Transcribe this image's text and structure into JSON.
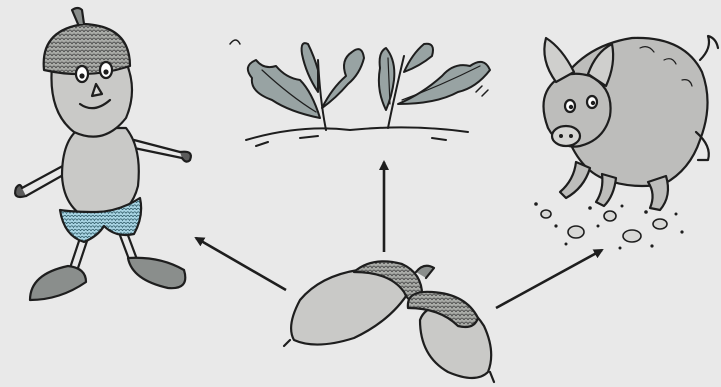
{
  "diagram": {
    "nodes": [
      {
        "id": "acorns",
        "name": "acorn-pair"
      },
      {
        "id": "figure",
        "name": "acorn-figure"
      },
      {
        "id": "seedling",
        "name": "oak-seedling"
      },
      {
        "id": "pig",
        "name": "wild-boar"
      }
    ],
    "edges": [
      {
        "from": "acorns",
        "to": "figure"
      },
      {
        "from": "acorns",
        "to": "seedling"
      },
      {
        "from": "acorns",
        "to": "pig"
      }
    ]
  },
  "colors": {
    "background": "#e9e9e9",
    "ink": "#1e1e1e",
    "shell": "#c9c9c7",
    "cap": "#a9aba7",
    "leaf": "#98a3a3",
    "pants": "#a8d4e3",
    "shoe": "#8a8e8c",
    "pig": "#bdbdbb"
  }
}
